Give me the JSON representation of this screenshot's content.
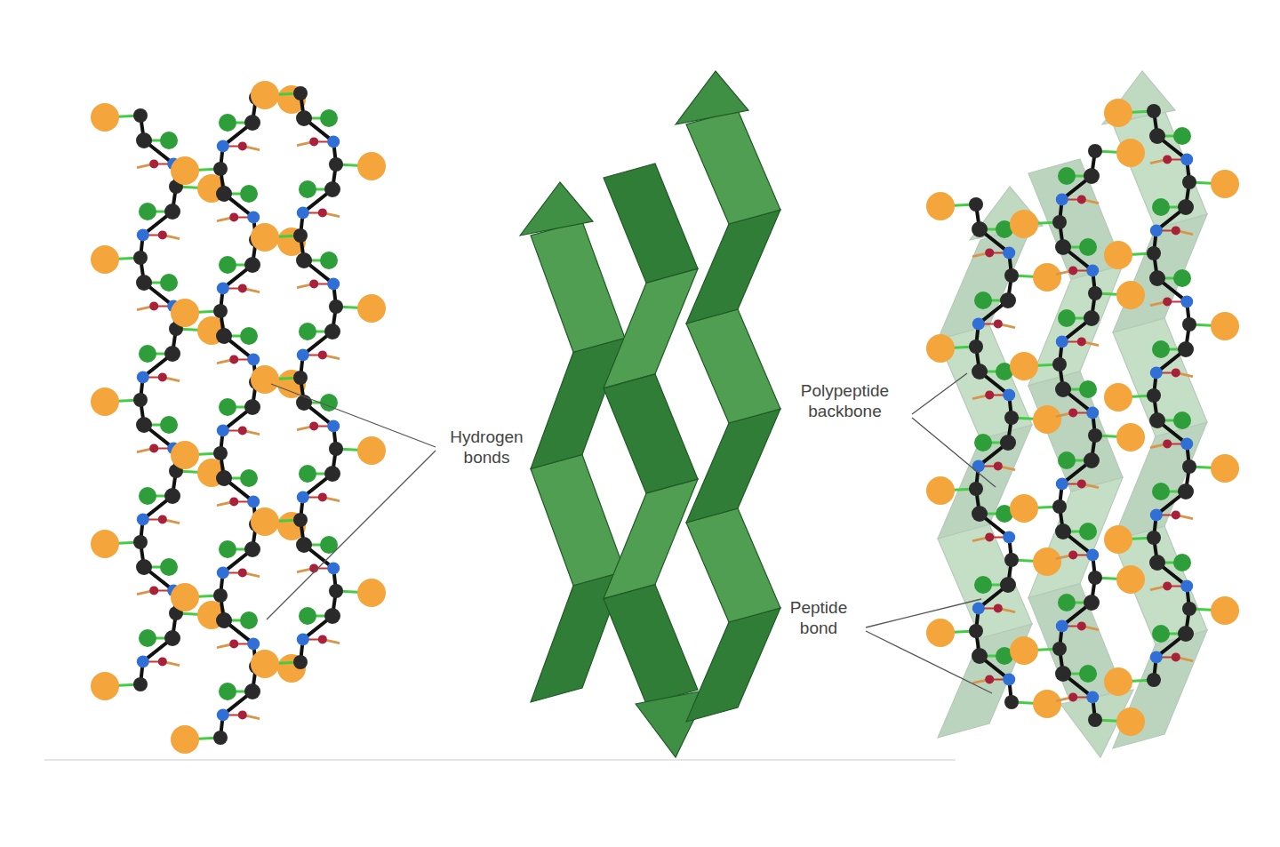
{
  "diagram": {
    "labels": [
      "Hydrogen bonds",
      "Polypeptide backbone",
      "Peptide bond"
    ]
  }
}
